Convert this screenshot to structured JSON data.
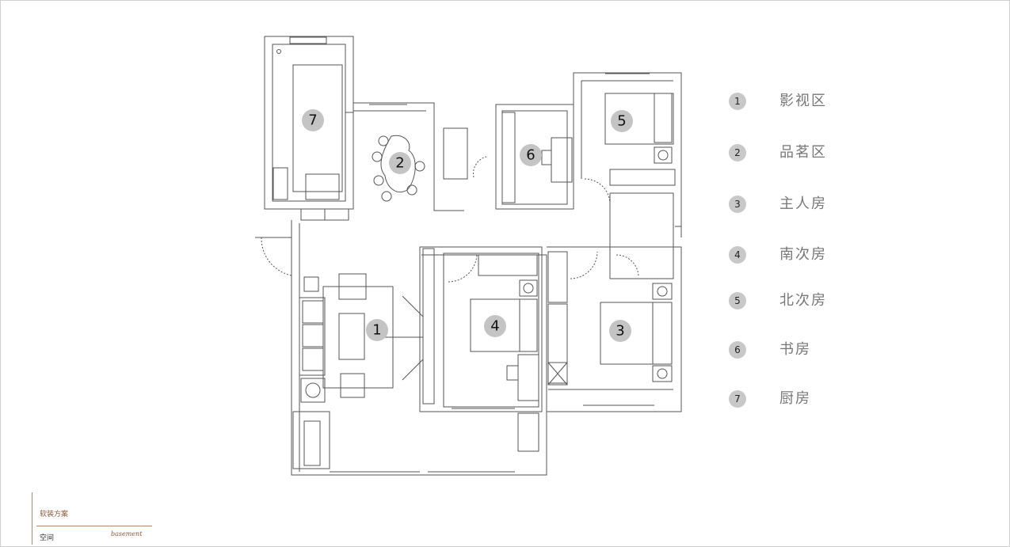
{
  "rooms": [
    {
      "num": "1",
      "label": "影视区"
    },
    {
      "num": "2",
      "label": "品茗区"
    },
    {
      "num": "3",
      "label": "主人房"
    },
    {
      "num": "4",
      "label": "南次房"
    },
    {
      "num": "5",
      "label": "北次房"
    },
    {
      "num": "6",
      "label": "书房"
    },
    {
      "num": "7",
      "label": "厨房"
    }
  ],
  "title_block": {
    "scheme": "软装方案",
    "space": "空间",
    "basement": "basement"
  },
  "colors": {
    "wall": "#555555",
    "marker": "#c4c4c4",
    "legend_text": "#777777",
    "title_accent": "#8b5a3c"
  }
}
